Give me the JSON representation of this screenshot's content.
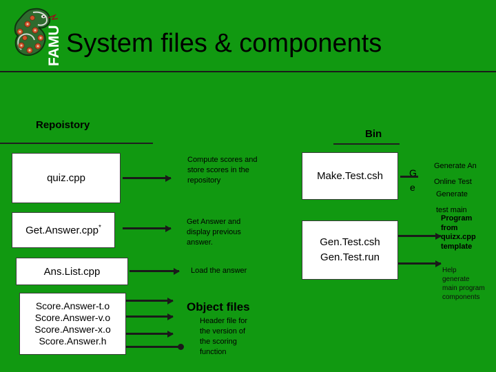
{
  "slide": {
    "title": "System files & components",
    "background_color": "#119911",
    "logo_alt": "FAMU rattlesnake logo",
    "logo_text": "FAMU"
  },
  "columns": {
    "repository_heading": "Repoistory",
    "bin_heading": "Bin"
  },
  "repository_boxes": [
    {
      "name": "quiz-cpp",
      "label": "quiz.cpp",
      "star": ""
    },
    {
      "name": "getanswer-cpp",
      "label": "Get.Answer.cpp",
      "star": "*"
    },
    {
      "name": "anslist-cpp",
      "label": "Ans.List.cpp",
      "star": ""
    }
  ],
  "score_box": {
    "line1": "Score.Answer-t.o",
    "line2": "Score.Answer-v.o",
    "line3": "Score.Answer-x.o",
    "line4": "Score.Answer.h"
  },
  "bin_boxes": {
    "maketest": {
      "label": "Make.Test.csh"
    },
    "gentest": {
      "line1": "Gen.Test.csh",
      "line2": "Gen.Test.run"
    }
  },
  "descriptions": {
    "compute": "Compute scores and store scores in the repository",
    "get_answer": "Get Answer and display previous answer.",
    "load_answer": "Load the answer",
    "object_files_heading": "Object files",
    "header_file": "Header file for the version of the scoring function"
  },
  "right_notes": {
    "generate_online_test_line1": "Generate An",
    "generate_online_test_line2": "Online Test",
    "generate_test_main_line1": "Generate",
    "generate_test_main_line2": " test main",
    "program_from_template": "Program from quizx.cpp template",
    "help_generate": "Help generate main program components",
    "fragment_g": "G",
    "fragment_e": "e"
  }
}
